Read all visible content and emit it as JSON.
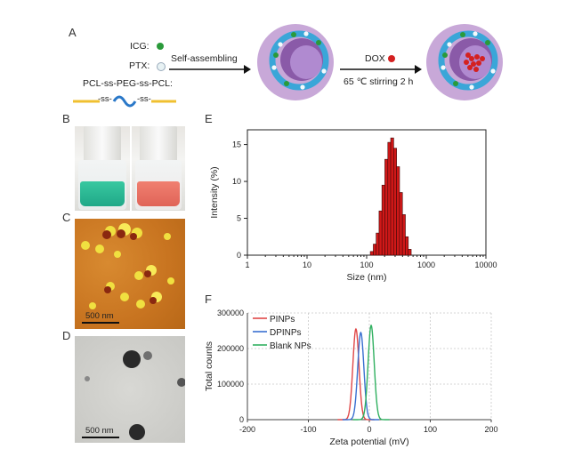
{
  "panels": {
    "a": "A",
    "b": "B",
    "c": "C",
    "d": "D",
    "e": "E",
    "f": "F"
  },
  "scheme": {
    "icg_label": "ICG:",
    "ptx_label": "PTX:",
    "polymer_label": "PCL-ss-PEG-ss-PCL:",
    "polymer_ss1": "-ss-",
    "polymer_ss2": "-ss-",
    "step1": "Self-assembling",
    "step2_top": "DOX",
    "step2_bottom": "65 ℃ stirring 2 h",
    "colors": {
      "shell": "#c8a8d8",
      "cavity": "#8a5aa8",
      "membrane": "#3aa6d8",
      "icg": "#2a9a3a",
      "ptx": "#e8f2f4",
      "dox": "#d42020",
      "polymer": "#f0c030",
      "peg": "#2a78c8"
    }
  },
  "afm": {
    "scale": "500 nm"
  },
  "tem": {
    "scale": "500 nm"
  },
  "chart_data": [
    {
      "type": "bar",
      "panel": "E",
      "xlabel": "Size (nm)",
      "ylabel": "Intensity (%)",
      "xscale": "log",
      "xlim": [
        1,
        10000
      ],
      "ylim": [
        0,
        17
      ],
      "xticks": [
        "1",
        "10",
        "100",
        "1000",
        "10000"
      ],
      "yticks": [
        "0",
        "5",
        "10",
        "15"
      ],
      "bar_color": "#d01818",
      "x": [
        122,
        137,
        153,
        171,
        191,
        214,
        240,
        268,
        300,
        336,
        376,
        421,
        471,
        527
      ],
      "values": [
        0.5,
        1.5,
        3.0,
        6.0,
        9.5,
        13.0,
        15.3,
        15.9,
        14.5,
        12.0,
        8.5,
        5.5,
        2.5,
        0.8
      ]
    },
    {
      "type": "line",
      "panel": "F",
      "xlabel": "Zeta potential (mV)",
      "ylabel": "Total counts",
      "xlim": [
        -200,
        200
      ],
      "ylim": [
        0,
        300000
      ],
      "xticks": [
        "-200",
        "-100",
        "0",
        "100",
        "200"
      ],
      "yticks": [
        "0",
        "100000",
        "200000",
        "300000"
      ],
      "grid": true,
      "legend": "top-left",
      "series": [
        {
          "name": "PINPs",
          "color": "#e04848",
          "center": -22,
          "peak": 255000,
          "width": 5
        },
        {
          "name": "DPINPs",
          "color": "#3a70d0",
          "center": -14,
          "peak": 245000,
          "width": 5
        },
        {
          "name": "Blank NPs",
          "color": "#30b060",
          "center": 3,
          "peak": 265000,
          "width": 5
        }
      ]
    }
  ]
}
